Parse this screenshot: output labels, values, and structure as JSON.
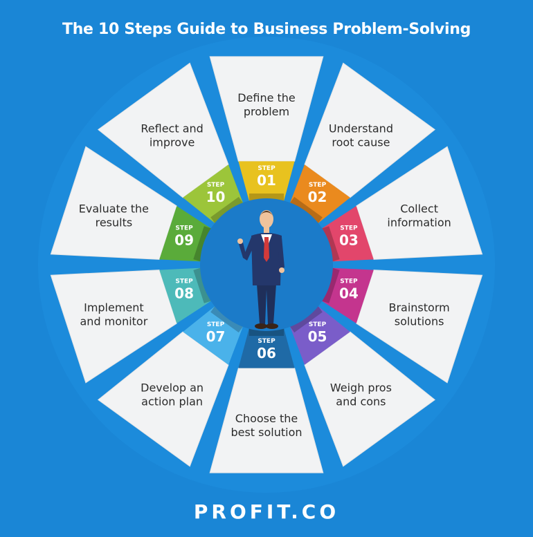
{
  "title": "The 10 Steps Guide to Business Problem-Solving",
  "brand": "PROFIT.CO",
  "colors": {
    "background": "#1a86d6",
    "panel": "#f2f3f4",
    "hub": "#1b7bc9"
  },
  "steps": [
    {
      "prefix": "STEP",
      "number": "01",
      "line1": "Define the",
      "line2": "problem",
      "color": "#e8c21f"
    },
    {
      "prefix": "STEP",
      "number": "02",
      "line1": "Understand",
      "line2": "root cause",
      "color": "#ea8a1e"
    },
    {
      "prefix": "STEP",
      "number": "03",
      "line1": "Collect",
      "line2": "information",
      "color": "#e2466b"
    },
    {
      "prefix": "STEP",
      "number": "04",
      "line1": "Brainstorm",
      "line2": "solutions",
      "color": "#c4358e"
    },
    {
      "prefix": "STEP",
      "number": "05",
      "line1": "Weigh pros",
      "line2": "and cons",
      "color": "#7a5dc9"
    },
    {
      "prefix": "STEP",
      "number": "06",
      "line1": "Choose the",
      "line2": "best solution",
      "color": "#1f6aa6"
    },
    {
      "prefix": "STEP",
      "number": "07",
      "line1": "Develop an",
      "line2": "action plan",
      "color": "#4ab2ea"
    },
    {
      "prefix": "STEP",
      "number": "08",
      "line1": "Implement",
      "line2": "and monitor",
      "color": "#4dbab9"
    },
    {
      "prefix": "STEP",
      "number": "09",
      "line1": "Evaluate the",
      "line2": "results",
      "color": "#5aab3a"
    },
    {
      "prefix": "STEP",
      "number": "10",
      "line1": "Reflect and",
      "line2": "improve",
      "color": "#9cc53a"
    }
  ]
}
